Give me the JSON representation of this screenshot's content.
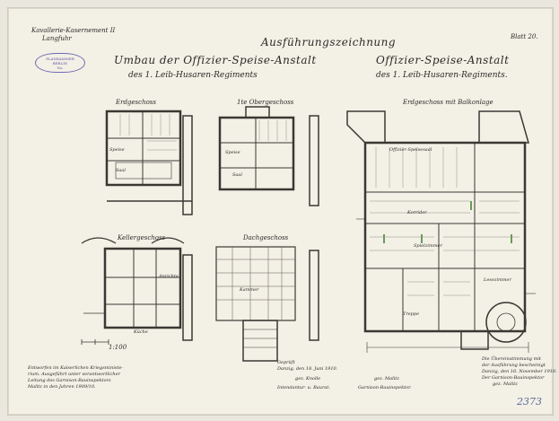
{
  "header": {
    "top_left_line1": "Kavallerie-Kasernement II",
    "top_left_line2": "Langfuhr",
    "center_title": "Ausführungszeichnung",
    "sheet_label": "Blatt 20.",
    "title_left_line1": "Umbau der Offizier-Speise-Anstalt",
    "title_left_line2": "des 1. Leib-Husaren-Regiments",
    "title_right_line1": "Offizier-Speise-Anstalt",
    "title_right_line2": "des 1. Leib-Husaren-Regiments."
  },
  "stamp": {
    "line1": "PLANKAMMER",
    "line2": "BERLIN",
    "line3": "No."
  },
  "plans": {
    "ground_floor": "Erdgeschoss",
    "first_floor": "1te Obergeschoss",
    "cellar": "Kellergeschoss",
    "attic": "Dachgeschoss",
    "right_plan": "Erdgeschoss mit Balkonlage",
    "scale": "1:100"
  },
  "rooms": {
    "speise": "Speise",
    "saal": "Saal",
    "kueche": "Küche",
    "anrichte": "Anrichte",
    "officierspeisesaal": "Offizier-Speisesaal",
    "spielzimmer": "Spielzimmer",
    "lesezimmer": "Lesezimmer",
    "treppe": "Treppe",
    "korridor": "Korridor",
    "kammer": "Kammer"
  },
  "footer": {
    "left_note_line1": "Entworfen im Kaiserlichen Kriegsministe-",
    "left_note_line2": "rium. Ausgeführt unter verantwortlicher",
    "left_note_line3": "Leitung des Garnison-Bauinspektors",
    "left_note_line4": "Malitz in den Jahren 1909/10.",
    "center_line1": "Geprüft",
    "center_line2": "Danzig, den 18. Juni 1910.",
    "sign_left": "gez. Knolle",
    "sign_mid": "gez. Malitz",
    "sign_role_left": "Intendantur- u. Baurat.",
    "sign_role_mid": "Garnison-Bauinspektor.",
    "right_note_line1": "Die Übereinstimmung mit",
    "right_note_line2": "der Ausführung bescheinigt",
    "right_note_line3": "Danzig, den 16. November 1910.",
    "right_note_line4": "Der Garnison-Bauinspektor",
    "right_note_line5": "gez. Malitz"
  },
  "page_number": "2373"
}
